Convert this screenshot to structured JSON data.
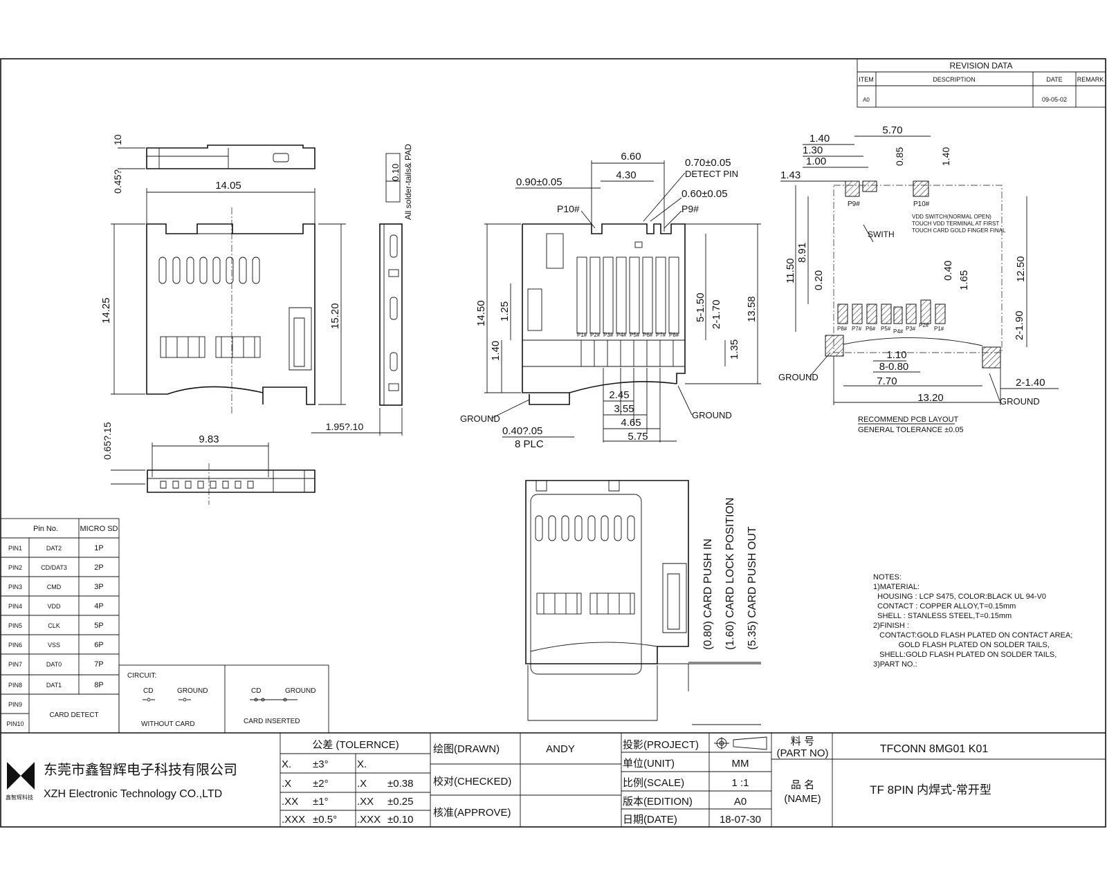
{
  "revision": {
    "title": "REVISION DATA",
    "headers": [
      "ITEM",
      "DESCRIPTION",
      "DATE",
      "REMARK"
    ],
    "rows": [
      [
        "A0",
        "",
        "09-05-02",
        ""
      ]
    ]
  },
  "views": {
    "side_top": {
      "dims": [
        "0.45?",
        "10",
        "14.05"
      ]
    },
    "top": {
      "dims": [
        "14.25",
        "15.20"
      ]
    },
    "profile": {
      "dims": [
        "0.10",
        "All solder-tails& PAD",
        "1.95?.10"
      ]
    },
    "bottom": {
      "dims": [
        "9.83",
        "0.65?.15"
      ]
    },
    "center": {
      "dims": [
        "6.60",
        "0.70±0.05",
        "4.30",
        "DETECT PIN",
        "0.90±0.05",
        "0.60±0.05",
        "P10#",
        "P9#",
        "14.50",
        "1.25",
        "1.40",
        "5-1.50",
        "2-1.70",
        "13.58",
        "1.35",
        "GROUND",
        "GROUND",
        "0.40?.05",
        "8 PLC",
        "2.45",
        "3.55",
        "4.65",
        "5.75"
      ],
      "pins": [
        "P1#",
        "P2#",
        "P3#",
        "P4#",
        "P5#",
        "P6#",
        "P7#",
        "P8#"
      ]
    },
    "pcb": {
      "dims": [
        "5.70",
        "1.40",
        "1.30",
        "1.00",
        "0.85",
        "1.40",
        "1.43",
        "11.50",
        "8.91",
        "0.20",
        "0.40",
        "1.65",
        "12.50",
        "2-1.90",
        "1.10",
        "8-0.80",
        "7.70",
        "13.20",
        "2-1.40",
        "GROUND",
        "GROUND",
        "SWITH",
        "P9#",
        "P10#"
      ],
      "note": [
        "VDD SWITCH(NORMAL OPEN)",
        "TOUCH VDD TERMINAL AT FIRST",
        "TOUCH CARD GOLD FINGER FINAL"
      ],
      "pins": [
        "P8#",
        "P7#",
        "P6#",
        "P5#",
        "P4#",
        "P3#",
        "P2#",
        "P1#"
      ],
      "caption": [
        "RECOMMEND PCB LAYOUT",
        "GENERAL TOLERANCE ±0.05"
      ]
    },
    "card": {
      "labels": [
        "(0.80) CARD PUSH IN",
        "(1.60) CARD LOCK POSITION",
        "(5.35) CARD PUSH OUT"
      ]
    }
  },
  "notes": [
    "NOTES:",
    "1)MATERIAL:",
    "  HOUSING : LCP S475, COLOR:BLACK UL 94-V0",
    "  CONTACT : COPPER ALLOY,T=0.15mm",
    "  SHELL : STANLESS STEEL,T=0.15mm",
    "2)FINISH :",
    "   CONTACT:GOLD FLASH PLATED ON CONTACT AREA;",
    "            GOLD FLASH PLATED ON SOLDER TAILS,",
    "   SHELL:GOLD FLASH PLATED ON SOLDER TAILS,",
    "3)PART NO.:"
  ],
  "pin_table": {
    "headers": [
      "Pin No.",
      "MICRO SD"
    ],
    "rows": [
      [
        "PIN1",
        "DAT2",
        "1P"
      ],
      [
        "PIN2",
        "CD/DAT3",
        "2P"
      ],
      [
        "PIN3",
        "CMD",
        "3P"
      ],
      [
        "PIN4",
        "VDD",
        "4P"
      ],
      [
        "PIN5",
        "CLK",
        "5P"
      ],
      [
        "PIN6",
        "VSS",
        "6P"
      ],
      [
        "PIN7",
        "DAT0",
        "7P"
      ],
      [
        "PIN8",
        "DAT1",
        "8P"
      ]
    ],
    "detect_pins": [
      "PIN9",
      "PIN10"
    ],
    "detect_label": "CARD DETECT"
  },
  "circuit": {
    "title": "CIRCUIT:",
    "cd": "CD",
    "ground": "GROUND",
    "without": "WITHOUT CARD",
    "inserted": "CARD INSERTED"
  },
  "title_block": {
    "company_cn": "东莞市鑫智辉电子科技有限公司",
    "company_en": "XZH Electronic Technology CO.,LTD",
    "logo_text": "鑫智辉科技",
    "tolerance_title": "公差 (TOLERNCE)",
    "tolerance": [
      [
        "X.",
        "±3°",
        "X.",
        ""
      ],
      [
        ".X",
        "±2°",
        ".X",
        "±0.38"
      ],
      [
        ".XX",
        "±1°",
        ".XX",
        "±0.25"
      ],
      [
        ".XXX",
        "±0.5°",
        ".XXX",
        "±0.10"
      ]
    ],
    "drawn_label": "绘图(DRAWN)",
    "drawn_value": "ANDY",
    "checked_label": "校对(CHECKED)",
    "approve_label": "核准(APPROVE)",
    "project_label": "投影(PROJECT)",
    "unit_label": "单位(UNIT)",
    "unit_value": "MM",
    "scale_label": "比例(SCALE)",
    "scale_value": "1 :1",
    "edition_label": "版本(EDITION)",
    "edition_value": "A0",
    "date_label": "日期(DATE)",
    "date_value": "18-07-30",
    "part_no_label": "料 号",
    "part_no_label_en": "(PART NO)",
    "part_no_value": "TFCONN 8MG01 K01",
    "name_label": "品 名",
    "name_label_en": "(NAME)",
    "name_value": "TF 8PIN 内焊式-常开型"
  }
}
